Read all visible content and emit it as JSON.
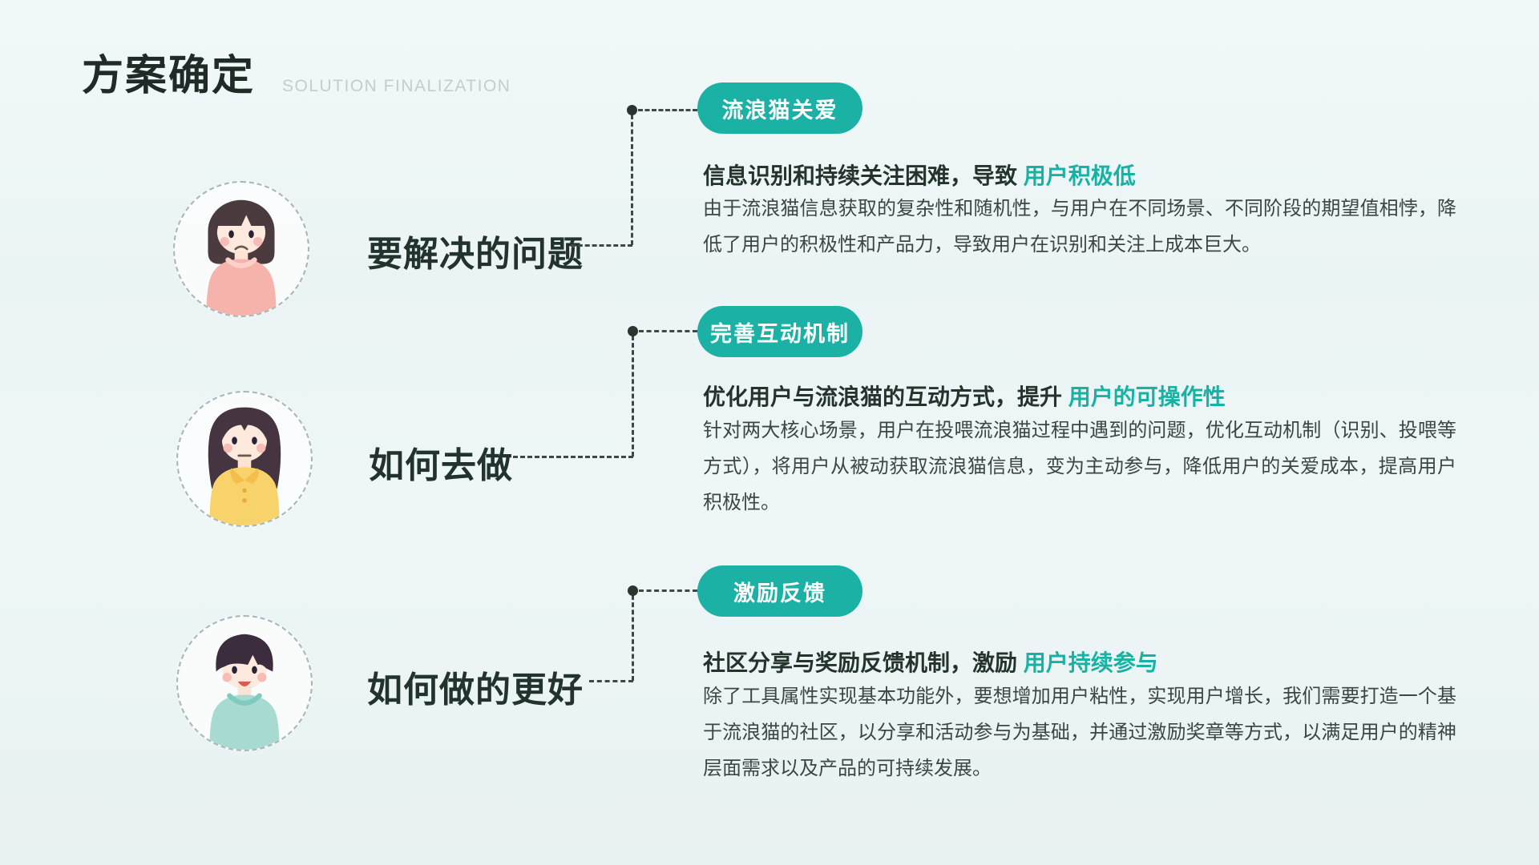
{
  "page": {
    "title": "方案确定",
    "subtitle": "SOLUTION FINALIZATION"
  },
  "colors": {
    "accent_teal": "#1BB1A5",
    "highlight_text": "#17B2A4",
    "title_dark": "#1E2B27",
    "label_dark": "#22332E",
    "body_gray": "#3A4742",
    "subtitle_gray": "#C4CDCC",
    "connector_dark": "#3E4944",
    "background_mint": "#EDF5F5"
  },
  "rows": [
    {
      "id": "problem",
      "avatar": "girl-bob-haircut",
      "label": "要解决的问题",
      "badge": "流浪猫关爱",
      "headline_plain": "信息识别和持续关注困难，导致 ",
      "headline_highlight": "用户积极低",
      "body": "由于流浪猫信息获取的复杂性和随机性，与用户在不同场景、不同阶段的期望值相悖，降低了用户的积极性和产品力，导致用户在识别和关注上成本巨大。"
    },
    {
      "id": "how-to-do",
      "avatar": "woman-long-hair",
      "label": "如何去做",
      "badge": "完善互动机制",
      "headline_plain": "优化用户与流浪猫的互动方式，提升 ",
      "headline_highlight": "用户的可操作性",
      "body": "针对两大核心场景，用户在投喂流浪猫过程中遇到的问题，优化互动机制（识别、投喂等方式），将用户从被动获取流浪猫信息，变为主动参与，降低用户的关爱成本，提高用户积极性。"
    },
    {
      "id": "do-better",
      "avatar": "boy-bowl-cut",
      "label": "如何做的更好",
      "badge": "激励反馈",
      "headline_plain": "社区分享与奖励反馈机制，激励 ",
      "headline_highlight": "用户持续参与",
      "body": "除了工具属性实现基本功能外，要想增加用户粘性，实现用户增长，我们需要打造一个基于流浪猫的社区，以分享和活动参与为基础，并通过激励奖章等方式，以满足用户的精神层面需求以及产品的可持续发展。"
    }
  ]
}
